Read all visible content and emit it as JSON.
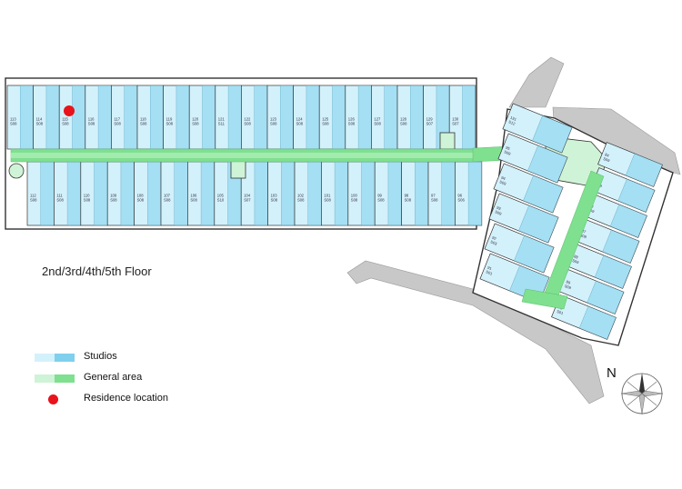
{
  "floor_label": "2nd/3rd/4th/5th Floor",
  "legend": {
    "studios": "Studios",
    "general_area": "General area",
    "residence_location": "Residence location"
  },
  "compass": {
    "north": "N"
  },
  "colors": {
    "studio_light": "#d3f1fb",
    "studio_dark": "#7fd0ec",
    "general_light": "#cff3d6",
    "general_dark": "#7fe08f",
    "residence": "#e8131b",
    "wall": "#333333",
    "surroundings": "#c8c8c8"
  },
  "rooms": {
    "north_row": [
      {
        "no": "113",
        "area": "S08"
      },
      {
        "no": "114",
        "area": "S08"
      },
      {
        "no": "115",
        "area": "S08"
      },
      {
        "no": "116",
        "area": "S08"
      },
      {
        "no": "117",
        "area": "S08"
      },
      {
        "no": "118",
        "area": "S08"
      },
      {
        "no": "119",
        "area": "S08"
      },
      {
        "no": "120",
        "area": "S08"
      },
      {
        "no": "121",
        "area": "S11"
      },
      {
        "no": "122",
        "area": "S08"
      },
      {
        "no": "123",
        "area": "S08"
      },
      {
        "no": "124",
        "area": "S08"
      },
      {
        "no": "125",
        "area": "S08"
      },
      {
        "no": "126",
        "area": "S08"
      },
      {
        "no": "127",
        "area": "S08"
      },
      {
        "no": "128",
        "area": "S08"
      },
      {
        "no": "129",
        "area": "S07"
      },
      {
        "no": "130",
        "area": "S07"
      }
    ],
    "south_row": [
      {
        "no": "112",
        "area": "S08"
      },
      {
        "no": "111",
        "area": "S08"
      },
      {
        "no": "110",
        "area": "S08"
      },
      {
        "no": "109",
        "area": "S08"
      },
      {
        "no": "108",
        "area": "S08"
      },
      {
        "no": "107",
        "area": "S08"
      },
      {
        "no": "106",
        "area": "S08"
      },
      {
        "no": "105",
        "area": "S10"
      },
      {
        "no": "104",
        "area": "S07"
      },
      {
        "no": "103",
        "area": "S08"
      },
      {
        "no": "102",
        "area": "S08"
      },
      {
        "no": "101",
        "area": "S08"
      },
      {
        "no": "100",
        "area": "S08"
      },
      {
        "no": "99",
        "area": "S08"
      },
      {
        "no": "98",
        "area": "S08"
      },
      {
        "no": "97",
        "area": "S08"
      },
      {
        "no": "96",
        "area": "S06"
      }
    ],
    "wing_left": [
      {
        "no": "131",
        "area": "S12"
      },
      {
        "no": "95",
        "area": "S09"
      },
      {
        "no": "94",
        "area": "S09"
      },
      {
        "no": "93",
        "area": "S09"
      },
      {
        "no": "92",
        "area": "S03"
      },
      {
        "no": "91",
        "area": "S01"
      }
    ],
    "wing_right": [
      {
        "no": "84",
        "area": "S09"
      },
      {
        "no": "85",
        "area": "S09"
      },
      {
        "no": "86",
        "area": "S09"
      },
      {
        "no": "87",
        "area": "S08"
      },
      {
        "no": "88",
        "area": "S09"
      },
      {
        "no": "89",
        "area": "S09"
      },
      {
        "no": "90",
        "area": "S01"
      }
    ]
  }
}
